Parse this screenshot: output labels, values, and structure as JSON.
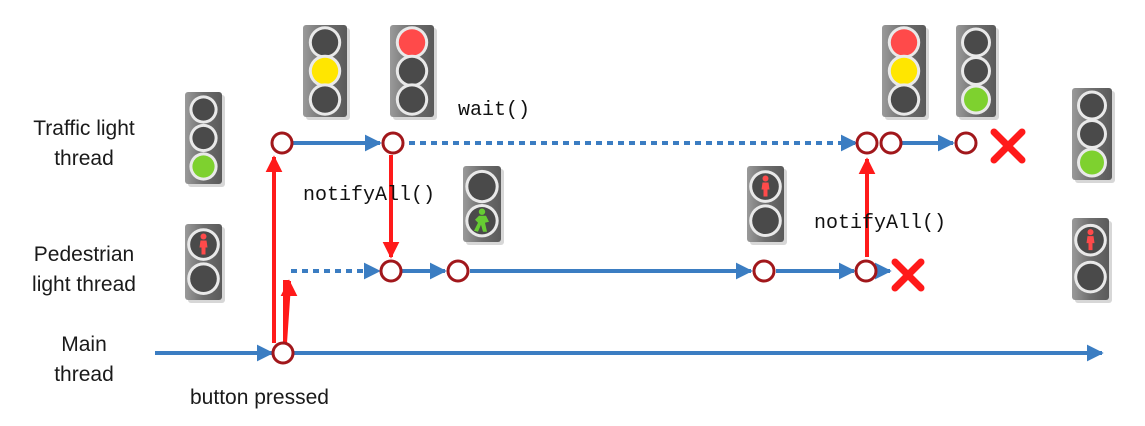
{
  "threads": {
    "traffic": "Traffic light\nthread",
    "pedestrian": "Pedestrian\nlight thread",
    "main": "Main\nthread"
  },
  "annotations": {
    "wait": "wait()",
    "notify_left": "notifyAll()",
    "notify_right": "notifyAll()",
    "button": "button pressed"
  },
  "colors": {
    "flow": "#3b7dc2",
    "signal": "#ff1a1a",
    "node_stroke": "#a1171b",
    "light_off": "#4a4a4a",
    "red": "#ff4a4a",
    "yellow": "#ffe600",
    "green": "#7ed12f",
    "ped_green": "#66cc33",
    "housing": "#7c7c7c"
  },
  "icons": {
    "end": "red-x-icon",
    "traffic_light": "traffic-light-icon",
    "pedestrian_light": "pedestrian-light-icon"
  }
}
